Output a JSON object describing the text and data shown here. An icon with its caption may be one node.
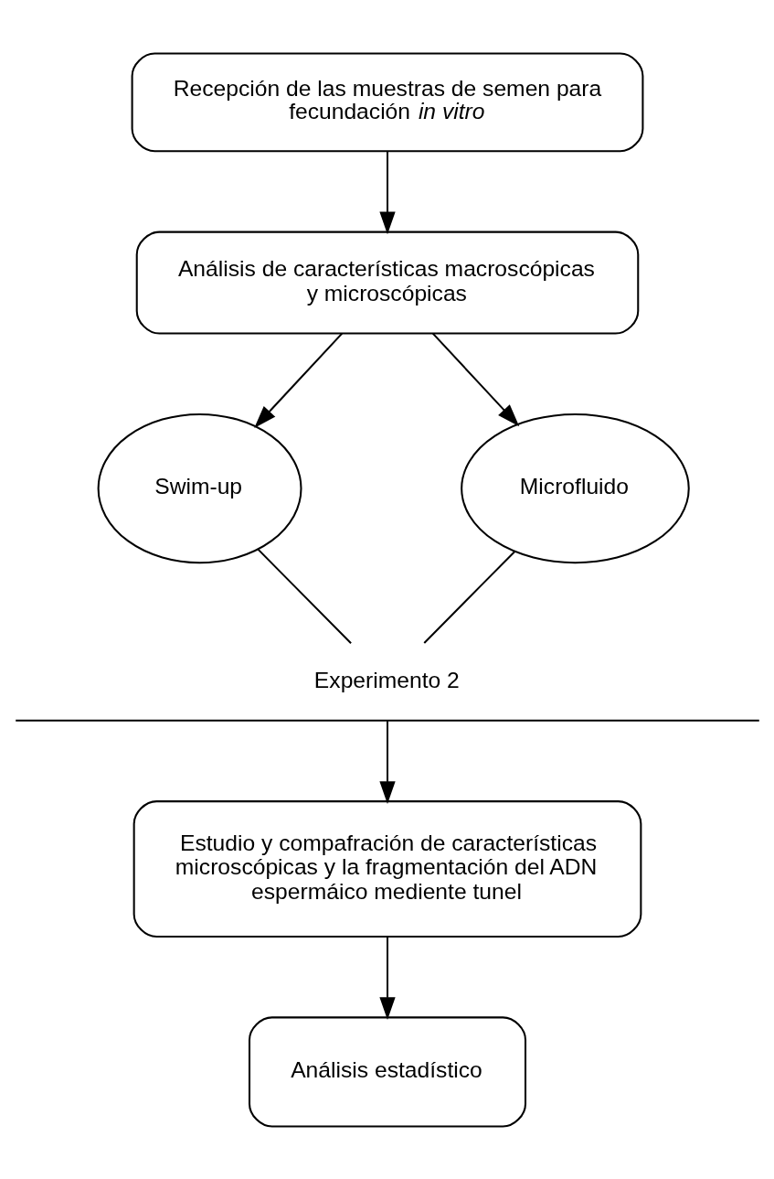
{
  "diagram": {
    "nodes": [
      {
        "text": [
          "Recepción de las muestras de semen para fecundación *in vitro*"
        ]
      },
      {
        "text": [
          "Análisis de características macroscópicas y microscópicas"
        ]
      },
      {
        "text": [
          "Swim-up"
        ]
      },
      {
        "text": [
          "Microfluido"
        ]
      },
      {
        "text": [
          "Experimento 2"
        ]
      },
      {
        "text": [
          "Estudio y compafración de características microscópicas y la fragmentación del ADN espermáico mediente tunel"
        ]
      },
      {
        "text": [
          "Análisis estadístico"
        ]
      }
    ],
    "edges": [
      {
        "from": 0,
        "to": 1,
        "arrow": "to"
      },
      {
        "from": 1,
        "to": 2,
        "arrow": "to"
      },
      {
        "from": 1,
        "to": 3,
        "arrow": "to"
      },
      {
        "from": 2,
        "to": 4,
        "arrow": "none"
      },
      {
        "from": 3,
        "to": 4,
        "arrow": "none"
      },
      {
        "from": 4,
        "to": 5,
        "arrow": "to"
      },
      {
        "from": 5,
        "to": 6,
        "arrow": "to"
      }
    ]
  }
}
